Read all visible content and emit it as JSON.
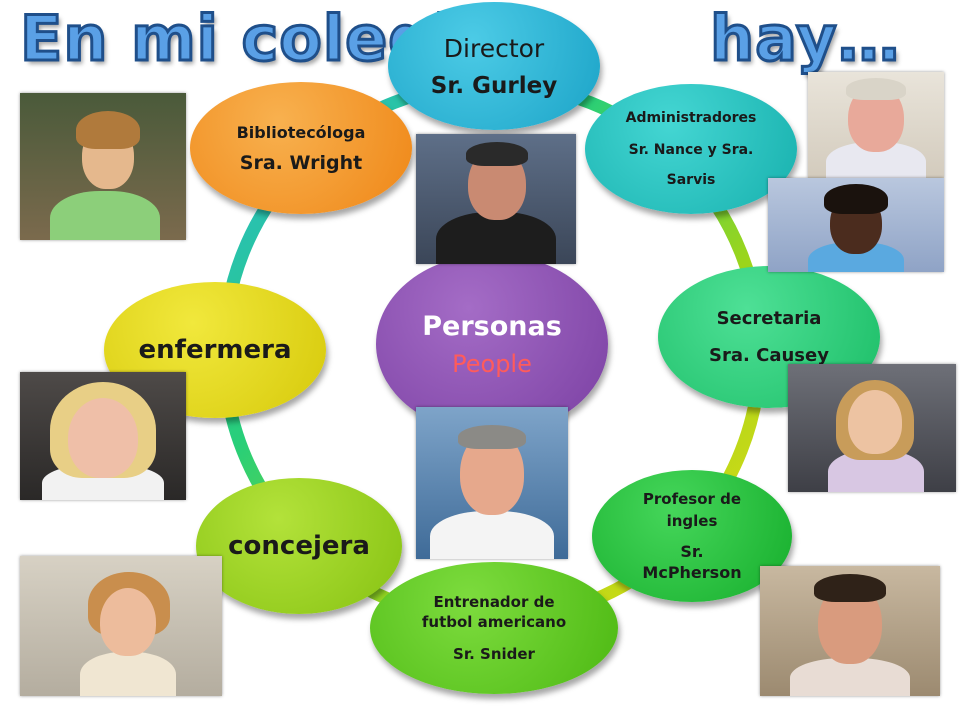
{
  "title": {
    "left": "En mi colegio",
    "right": "hay…"
  },
  "center": {
    "label": "Personas",
    "sublabel": "People",
    "color": "#8a4fb0",
    "sublabel_color": "#ff5b5b"
  },
  "nodes": {
    "director": {
      "role": "Director",
      "name": "Sr. Gurley",
      "color": "#2ab7d8"
    },
    "administradores": {
      "role": "Administradores",
      "name_line1": "Sr. Nance y Sra.",
      "name_line2": "Sarvis",
      "color": "#22c3c0"
    },
    "secretaria": {
      "role": "Secretaria",
      "name": "Sra. Causey",
      "color": "#28cf78"
    },
    "profesor": {
      "role_line1": "Profesor de",
      "role_line2": "ingles",
      "name_line1": "Sr.",
      "name_line2": "McPherson",
      "color": "#22c43a"
    },
    "entrenador": {
      "role_line1": "Entrenador de",
      "role_line2": "futbol americano",
      "name": "Sr. Snider",
      "color": "#5bcf1e"
    },
    "concejera": {
      "role": "concejera",
      "color": "#9bd51b"
    },
    "enfermera": {
      "role": "enfermera",
      "color": "#e8dc14"
    },
    "bibliotecologa": {
      "role": "Bibliotecóloga",
      "name": "Sra. Wright",
      "color": "#f49a2a"
    }
  },
  "photos": [
    "photo-librarian",
    "photo-director",
    "photo-administrator-man",
    "photo-administrator-woman",
    "photo-secretary",
    "photo-nurse",
    "photo-coach",
    "photo-counselor",
    "photo-english-teacher"
  ]
}
